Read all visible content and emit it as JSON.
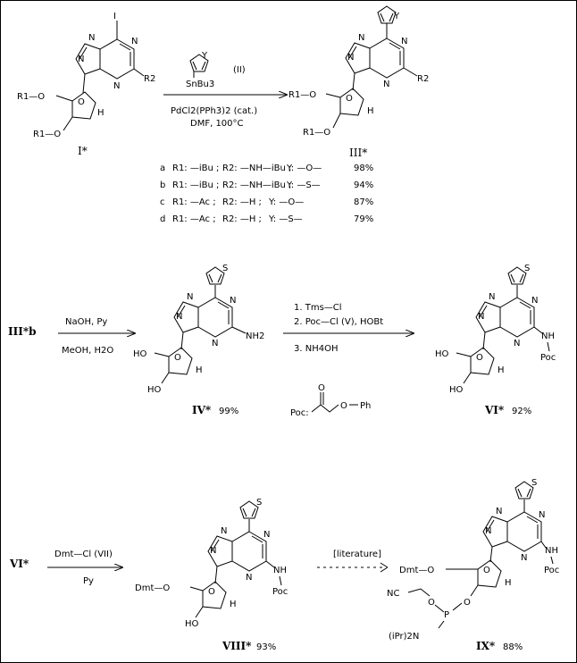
{
  "compounds": {
    "I": "I*",
    "III": "III*",
    "III_b": "III*b",
    "IV": "IV*",
    "IV_yield": "99%",
    "VI": "VI*",
    "VI_yield": "92%",
    "VI_start": "VI*",
    "VIII": "VIII*",
    "VIII_yield": "93%",
    "IX": "IX*",
    "IX_yield": "88%"
  },
  "reagents": {
    "stannane_label": "(II)",
    "stannane_sn": "SnBu3",
    "catalyst": "PdCl2(PPh3)2 (cat.)",
    "conditions1": "DMF, 100°C",
    "step2_a": "NaOH, Py",
    "step2_b": "MeOH, H2O",
    "step3_1": "1. Tms—Cl",
    "step3_2": "2. Poc—Cl  (V),  HOBt",
    "step3_3": "3. NH4OH",
    "poc_def": "Poc:",
    "step4_a": "Dmt—Cl  (VII)",
    "step4_b": "Py",
    "step5": "[literature]"
  },
  "table": [
    {
      "id": "a",
      "r1": "R1: —iBu ;",
      "r2": "R2: —NH—iBu ;",
      "y": "Y:  —O—",
      "yield": "98%"
    },
    {
      "id": "b",
      "r1": "R1: —iBu ;",
      "r2": "R2: —NH—iBu ;",
      "y": "Y:  —S—",
      "yield": "94%"
    },
    {
      "id": "c",
      "r1": "R1: —Ac ;",
      "r2": "R2: —H ;",
      "y": "Y:  —O—",
      "yield": "87%"
    },
    {
      "id": "d",
      "r1": "R1: —Ac ;",
      "r2": "R2: —H ;",
      "y": "Y:  —S—",
      "yield": "79%"
    }
  ],
  "atoms": {
    "N": "N",
    "I": "I",
    "O": "O",
    "S": "S",
    "Y": "Y",
    "H": "H",
    "R1O": "R1—O",
    "R1O_b": "R1—O",
    "R2": "R2",
    "NH2": "NH2",
    "NH": "NH",
    "Poc": "Poc",
    "HO": "HO",
    "DmtO": "Dmt—O",
    "NC": "NC",
    "P": "P",
    "iPr2N": "(iPr)2N",
    "Ph": "Ph"
  }
}
